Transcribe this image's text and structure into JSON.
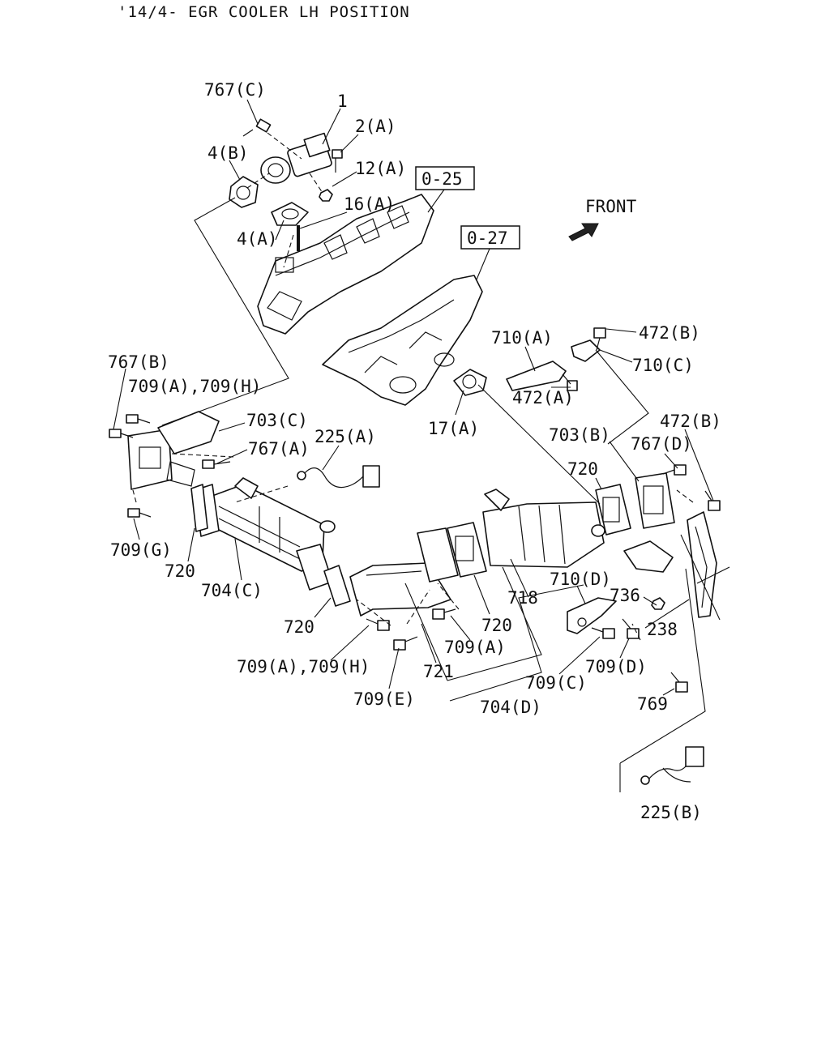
{
  "title": "'14/4- EGR COOLER LH POSITION",
  "front_label": "FRONT",
  "ref_boxes": {
    "box1": "0-25",
    "box2": "0-27"
  },
  "labels": {
    "l767c": "767(C)",
    "l1": "1",
    "l2a": "2(A)",
    "l4b": "4(B)",
    "l12a": "12(A)",
    "l16a": "16(A)",
    "l4a": "4(A)",
    "l710a": "710(A)",
    "l472b_top": "472(B)",
    "l710c": "710(C)",
    "l472a": "472(A)",
    "l767b": "767(B)",
    "l709ah_top": "709(A),709(H)",
    "l703c": "703(C)",
    "l225a": "225(A)",
    "l767a": "767(A)",
    "l17a": "17(A)",
    "l703b": "703(B)",
    "l472b_mid": "472(B)",
    "l767d": "767(D)",
    "l720_right": "720",
    "l709g": "709(G)",
    "l720_left": "720",
    "l704c": "704(C)",
    "l710d": "710(D)",
    "l736": "736",
    "l718": "718",
    "l720_mid": "720",
    "l720_bottom": "720",
    "l238": "238",
    "l709a": "709(A)",
    "l709d": "709(D)",
    "l709ah_bottom": "709(A),709(H)",
    "l721": "721",
    "l709c": "709(C)",
    "l769": "769",
    "l709e": "709(E)",
    "l704d": "704(D)",
    "l225b": "225(B)"
  }
}
